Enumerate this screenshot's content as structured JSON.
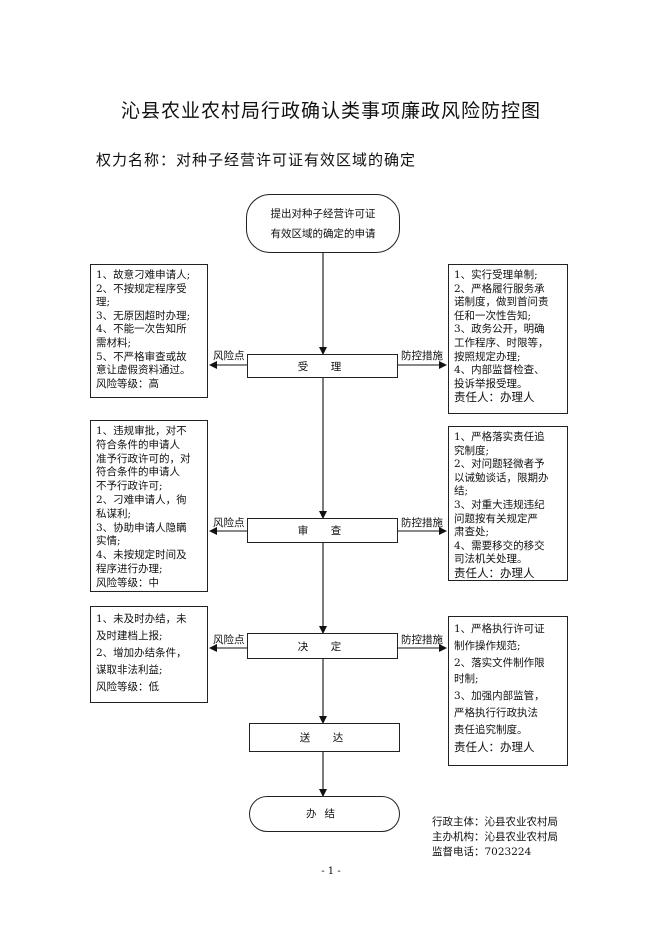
{
  "title": "沁县农业农村局行政确认类事项廉政风险防控图",
  "power_name": "权力名称：对种子经营许可证有效区域的确定",
  "start": {
    "lines": [
      "提出对种子经营许可证",
      "有效区域的确定的申请"
    ]
  },
  "steps": {
    "accept": "受　理",
    "review": "审　查",
    "decide": "决　定",
    "deliver": "送　达",
    "finish": "办结"
  },
  "labels": {
    "risk_point": "风险点",
    "control": "防控措施"
  },
  "risk_boxes": {
    "accept": [
      "1、故意刁难申请人;",
      "2、不按规定程序受",
      "理;",
      "3、无原因超时办理;",
      "4、不能一次告知所",
      "需材料;",
      "5、不严格审查或故",
      "意让虚假资料通过。",
      "风险等级：高"
    ],
    "review": [
      "1、违规审批，对不",
      "符合条件的申请人",
      "准予行政许可的，对",
      "符合条件的申请人",
      "不予行政许可;",
      "2、刁难申请人，徇",
      "私谋利;",
      "3、协助申请人隐瞒",
      "实情;",
      "4、未按规定时间及",
      "程序进行办理;",
      "风险等级：中"
    ],
    "decide": [
      "1、未及时办结，未",
      "及时建档上报;",
      "2、增加办结条件，",
      "谋取非法利益;",
      "风险等级：低"
    ]
  },
  "control_boxes": {
    "accept": [
      "1、实行受理单制;",
      "2、严格履行服务承",
      "诺制度，做到首问责",
      "任和一次性告知;",
      "3、政务公开，明确",
      "工作程序、时限等，",
      "按照规定办理;",
      "4、内部监督检查、",
      "投诉举报受理。",
      "责任人：办理人"
    ],
    "review": [
      "1、严格落实责任追",
      "究制度;",
      "2、对问题轻微者予",
      "以诫勉谈话，限期办",
      "结;",
      "3、对重大违规违纪",
      "问题按有关规定严",
      "肃查处;",
      "4、需要移交的移交",
      "司法机关处理。",
      "责任人：办理人"
    ],
    "decide": [
      "1、严格执行许可证",
      "制作操作规范;",
      "2、落实文件制作限",
      "时制;",
      "3、加强内部监管，",
      "严格执行行政执法",
      "责任追究制度。",
      "责任人：办理人"
    ]
  },
  "footer": [
    "行政主体：沁县农业农村局",
    "主办机构：沁县农业农村局",
    "监督电话：7023224"
  ],
  "page_number": "- 1 -"
}
